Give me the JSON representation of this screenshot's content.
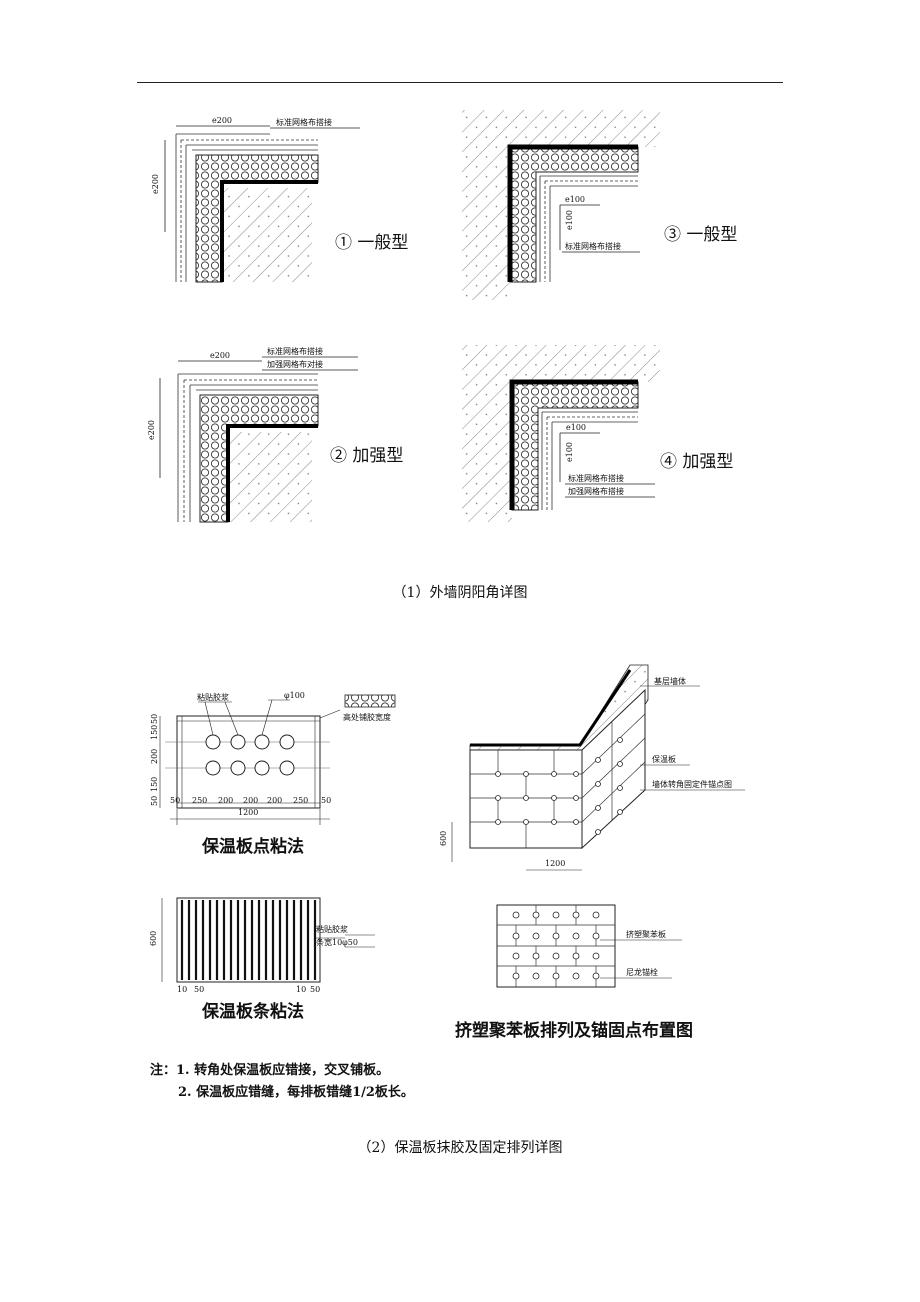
{
  "figure1": {
    "caption": "（1）外墙阴阳角详图",
    "panels": [
      {
        "title": "① 一般型",
        "labels": [
          "标准网格布搭接"
        ],
        "dims": [
          "e200",
          "e200"
        ]
      },
      {
        "title": "③ 一般型",
        "labels": [
          "标准网格布搭接"
        ],
        "dims": [
          "e100",
          "e100"
        ]
      },
      {
        "title": "② 加强型",
        "labels": [
          "标准网格布搭接",
          "加强网格布对接"
        ],
        "dims": [
          "e200",
          "e200"
        ]
      },
      {
        "title": "④ 加强型",
        "labels": [
          "标准网格布搭接",
          "加强网格布搭接"
        ],
        "dims": [
          "e100",
          "e100"
        ]
      }
    ]
  },
  "figure2": {
    "caption": "（2）保温板抹胶及固定排列详图",
    "dot_method": {
      "title": "保温板点粘法",
      "adhesive_label": "粘贴胶浆",
      "dia": "φ100",
      "edge_label": "高处铺胶宽度",
      "bottom_dims": [
        "50",
        "250",
        "200",
        "200",
        "200",
        "250",
        "50"
      ],
      "total": "1200",
      "side_dims": [
        "50",
        "150",
        "200",
        "150",
        "50"
      ]
    },
    "strip_method": {
      "title": "保温板条粘法",
      "height": "600",
      "labels": [
        "粘贴胶浆",
        "条宽10φ50"
      ],
      "bottom_dims": [
        "10",
        "50",
        "10",
        "50"
      ]
    },
    "iso": {
      "labels": [
        "基层墙体",
        "保温板",
        "墙体转角固定件锚点图"
      ],
      "dims": [
        "600",
        "1200"
      ]
    },
    "anchor": {
      "title": "挤塑聚苯板排列及锚固点布置图",
      "labels": [
        "挤塑聚苯板",
        "尼龙锚栓"
      ]
    },
    "notes": [
      "注：1. 转角处保温板应错接，交叉铺板。",
      "2. 保温板应错缝，每排板错缝1/2板长。"
    ]
  }
}
